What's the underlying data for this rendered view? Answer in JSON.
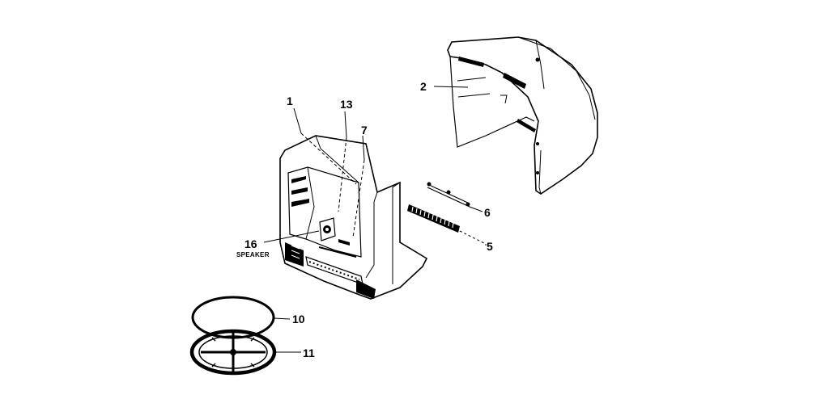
{
  "callouts": {
    "p1": "1",
    "p2": "2",
    "p5": "5",
    "p6": "6",
    "p7": "7",
    "p10": "10",
    "p11": "11",
    "p13": "13",
    "p16": "16"
  },
  "speaker_label": "SPEAKER",
  "colors": {
    "line": "#000000",
    "background": "#ffffff",
    "shade": "#bfbfbf"
  }
}
